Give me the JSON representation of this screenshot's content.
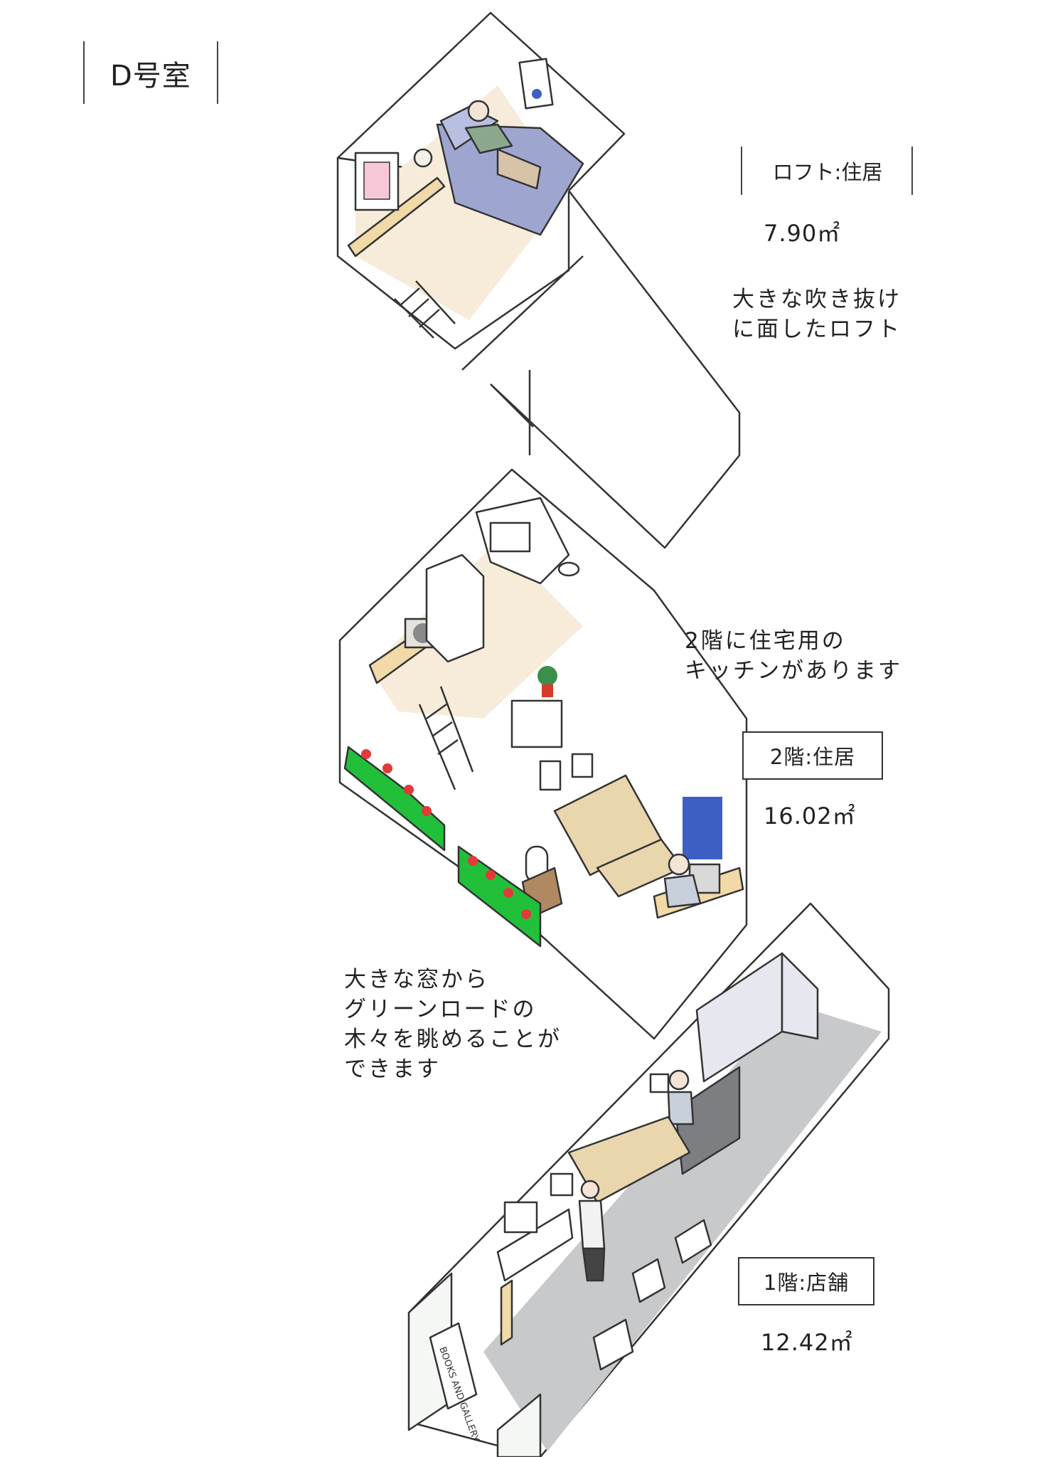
{
  "room_title": "D号室",
  "floors": [
    {
      "name": "ロフト:住居",
      "area": "7.90㎡",
      "desc_lines": [
        "大きな吹き抜け",
        "に面したロフト"
      ]
    },
    {
      "name": "2階:住居",
      "area": "16.02㎡",
      "desc_lines": [
        "2階に住宅用の",
        "キッチンがあります"
      ]
    },
    {
      "name": "1階:店舗",
      "area": "12.42㎡",
      "desc_lines": []
    }
  ],
  "window_note_lines": [
    "大きな窓から",
    "グリーンロードの",
    "木々を眺めることが",
    "できます"
  ],
  "sign_text": "BOOKS AND GALLERY",
  "colors": {
    "floor_wood": "#f6ecd9",
    "bed_blue": "#9ea6d0",
    "shop_floor": "#c8c9cb",
    "planter_green": "#22c03a",
    "flower_red": "#e23a3a",
    "poster_blue": "#3d5fc4",
    "stair_wood": "#e9d6ad"
  }
}
